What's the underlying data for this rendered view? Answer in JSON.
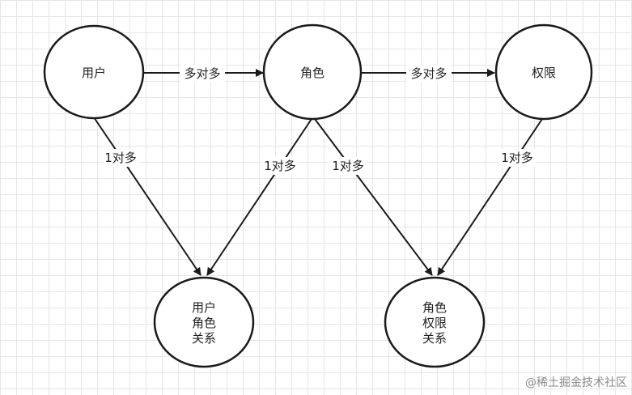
{
  "nodes": {
    "user": "用户",
    "role": "角色",
    "permission": "权限",
    "user_role": [
      "用户",
      "角色",
      "关系"
    ],
    "role_permission": [
      "角色",
      "权限",
      "关系"
    ]
  },
  "edges": {
    "user_role": "多对多",
    "role_permission": "多对多",
    "user_to_ur": "1对多",
    "role_to_ur": "1对多",
    "role_to_rp": "1对多",
    "permission_to_rp": "1对多"
  },
  "colors": {
    "stroke": "#1a1a1a",
    "grid": "#e6e6e6",
    "watermark": "#8a8a8a"
  },
  "watermark": "@稀土掘金技术社区"
}
